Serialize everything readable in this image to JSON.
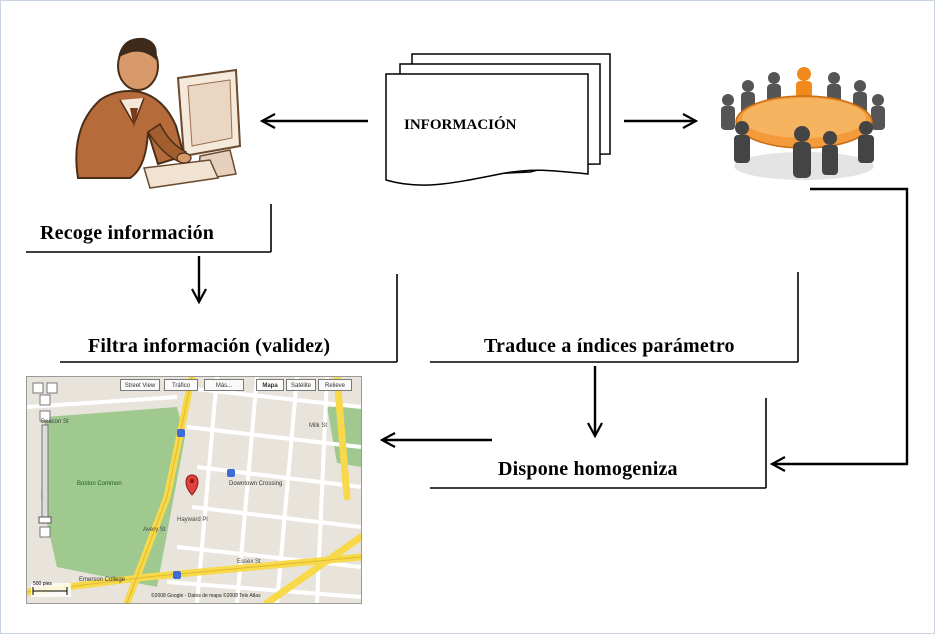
{
  "diagram": {
    "document_label": "INFORMACIÓN",
    "steps": {
      "recoge": "Recoge información",
      "filtra": "Filtra información (validez)",
      "traduce": "Traduce a índices parámetro",
      "dispone": "Dispone homogeniza"
    }
  },
  "map": {
    "buttons": [
      "Street View",
      "Tráfico",
      "Más...",
      "Mapa",
      "Satélite",
      "Relieve"
    ],
    "active_button": "Mapa",
    "scale_label": "500 pies",
    "copyright": "©2008 Google - Datos de mapa ©2008 Tele Atlas",
    "places": {
      "college": "Emerson College",
      "common": "Boston Common",
      "crossing": "Downtown Crossing",
      "street_1": "Beacon St",
      "street_2": "Essex St",
      "street_3": "Avery St",
      "street_4": "Hayward Pl",
      "street_5": "Milk St"
    }
  },
  "colors": {
    "line": "#000000",
    "map_park": "#9fc98f",
    "map_road_major": "#f8d94a",
    "map_road_minor": "#ffffff",
    "map_block": "#e8e4dc",
    "table_orange": "#f39a3a",
    "figure_gray": "#555555",
    "person_skin": "#c07a48"
  }
}
